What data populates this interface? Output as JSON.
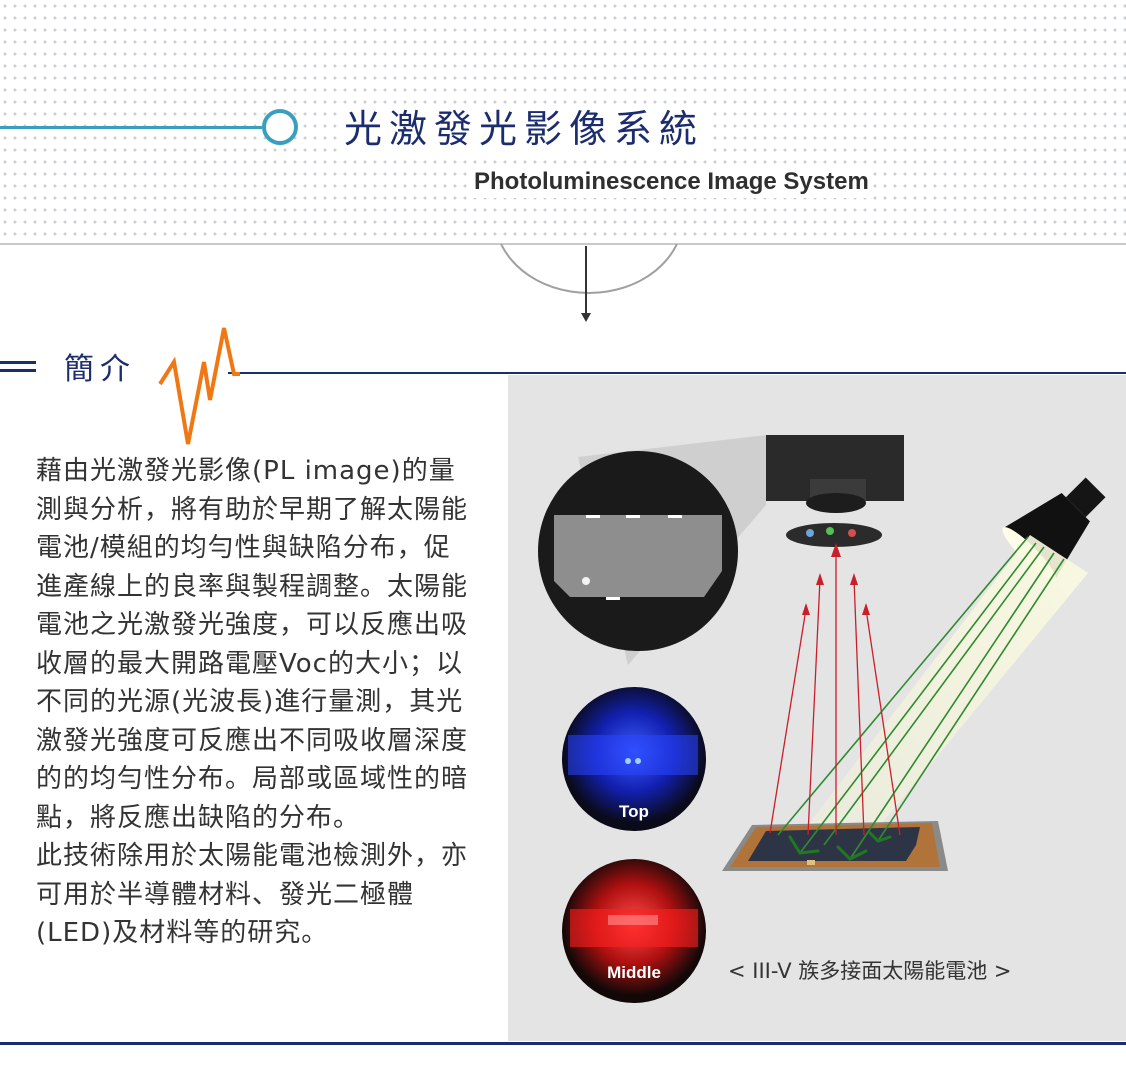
{
  "header": {
    "title_zh": "光激發光影像系統",
    "title_en": "Photoluminescence Image System"
  },
  "intro": {
    "heading": "簡介",
    "paragraph1": "藉由光激發光影像(PL image)的量測與分析，將有助於早期了解太陽能電池/模組的均勻性與缺陷分布，促進產線上的良率與製程調整。太陽能電池之光激發光強度，可以反應出吸收層的最大開路電壓Voc的大小；以不同的光源(光波長)進行量測，其光激發光強度可反應出不同吸收層深度的的均勻性分布。局部或區域性的暗點，將反應出缺陷的分布。",
    "paragraph2": "此技術除用於太陽能電池檢測外，亦可用於半導體材料、發光二極體(LED)及材料等的研究。"
  },
  "figure": {
    "label_top": "Top",
    "label_middle": "Middle",
    "caption": "< III-V 族多接面太陽能電池 >"
  },
  "colors": {
    "navy": "#1b2d6e",
    "teal": "#3a9fbf",
    "orange": "#f07814",
    "excitation_green": "#2e8b2e",
    "emission_red": "#c8202a",
    "panel_gray": "#e4e4e4"
  }
}
